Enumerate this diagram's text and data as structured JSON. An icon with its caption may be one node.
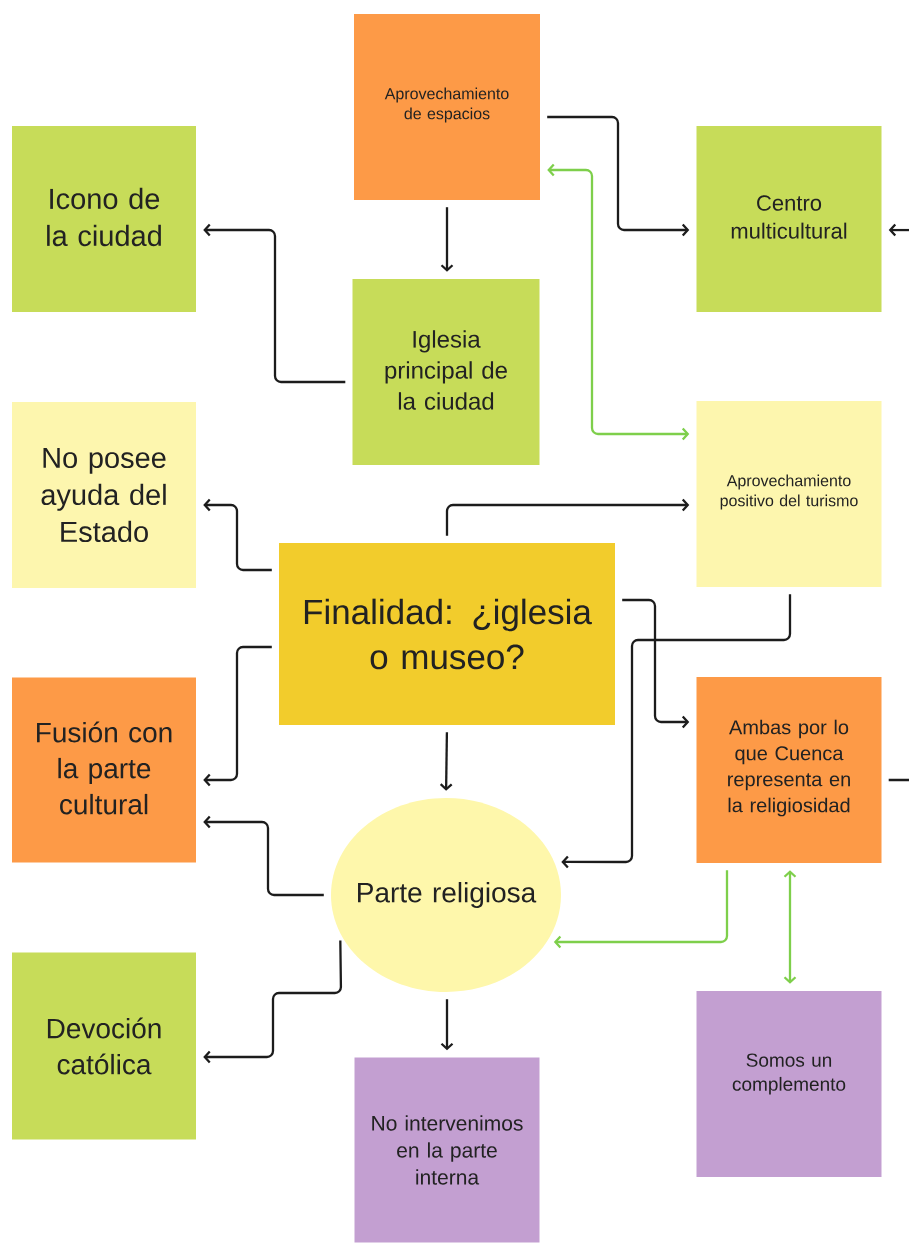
{
  "diagram": {
    "nodes": [
      {
        "text": [
          "Aprovechamiento de espacios"
        ]
      },
      {
        "text": [
          "Icono de la ciudad"
        ]
      },
      {
        "text": [
          "Centro multicultural"
        ]
      },
      {
        "text": [
          "Iglesia principal de la ciudad"
        ]
      },
      {
        "text": [
          "No posee ayuda del Estado"
        ]
      },
      {
        "text": [
          "Aprovechamiento positivo del turismo"
        ]
      },
      {
        "text": [
          "Finalidad: ¿iglesia o museo?"
        ]
      },
      {
        "text": [
          "Fusión con la parte cultural"
        ]
      },
      {
        "text": [
          "Ambas por lo que Cuenca representa en la religiosidad"
        ]
      },
      {
        "text": [
          "Parte religiosa"
        ]
      },
      {
        "text": [
          "Devoción católica"
        ]
      },
      {
        "text": [
          "No intervenimos en la parte interna"
        ]
      },
      {
        "text": [
          "Somos un complemento"
        ]
      }
    ],
    "edges": [
      {
        "from": 0,
        "to": 2,
        "arrow": "to"
      },
      {
        "from": 0,
        "to": 3,
        "arrow": "to"
      },
      {
        "from": 3,
        "to": 1,
        "arrow": "to"
      },
      {
        "from": 5,
        "to": 0,
        "arrow": "both",
        "color": "#7ecf4b"
      },
      {
        "from": 6,
        "to": 5,
        "arrow": "to"
      },
      {
        "from": 6,
        "to": 4,
        "arrow": "to"
      },
      {
        "from": 6,
        "to": 7,
        "arrow": "to"
      },
      {
        "from": 6,
        "to": 8,
        "arrow": "to"
      },
      {
        "from": 6,
        "to": 9,
        "arrow": "to"
      },
      {
        "from": 5,
        "to": 9,
        "arrow": "to"
      },
      {
        "from": 9,
        "to": 7,
        "arrow": "to"
      },
      {
        "from": 9,
        "to": 10,
        "arrow": "to"
      },
      {
        "from": 9,
        "to": 11,
        "arrow": "to"
      },
      {
        "from": 8,
        "to": 9,
        "arrow": "to",
        "color": "#7ecf4b"
      },
      {
        "from": 8,
        "to": 12,
        "arrow": "both",
        "color": "#7ecf4b"
      },
      {
        "from": null,
        "to": 2,
        "arrow": "to"
      },
      {
        "from": 8,
        "to": null,
        "arrow": "none"
      }
    ]
  }
}
